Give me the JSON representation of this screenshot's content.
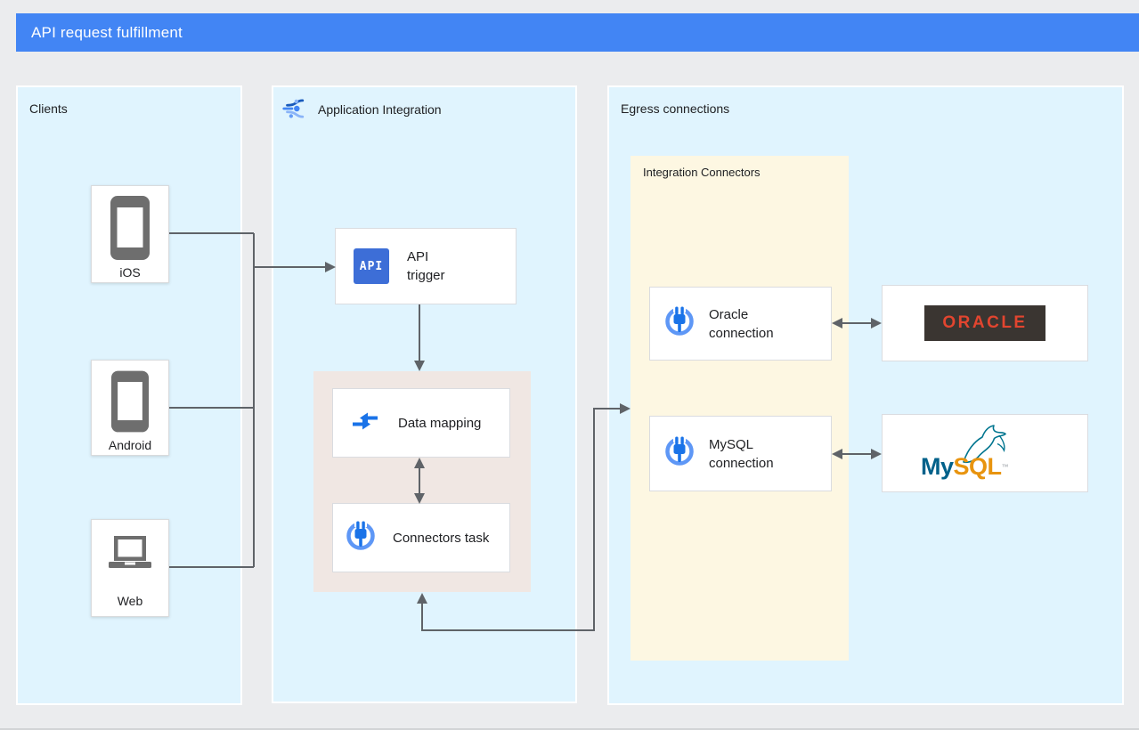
{
  "header": {
    "title": "API request fulfillment"
  },
  "clients": {
    "title": "Clients",
    "items": [
      {
        "label": "iOS",
        "icon": "smartphone-icon"
      },
      {
        "label": "Android",
        "icon": "smartphone-icon"
      },
      {
        "label": "Web",
        "icon": "laptop-icon"
      }
    ]
  },
  "app_integration": {
    "title": "Application Integration",
    "icon": "application-integration-icon",
    "nodes": {
      "api_trigger": {
        "label": "API trigger",
        "icon_text": "API",
        "icon": "api-trigger-icon"
      },
      "data_mapping": {
        "label": "Data mapping",
        "icon": "data-mapping-icon"
      },
      "connectors_task": {
        "label": "Connectors task",
        "icon": "integration-connectors-icon"
      }
    }
  },
  "egress": {
    "title": "Egress connections",
    "integration_connectors": {
      "title": "Integration Connectors",
      "nodes": {
        "oracle_connection": {
          "label": "Oracle connection",
          "icon": "integration-connectors-icon"
        },
        "mysql_connection": {
          "label": "MySQL connection",
          "icon": "integration-connectors-icon"
        }
      }
    },
    "targets": {
      "oracle": {
        "logo_text": "ORACLE"
      },
      "mysql": {
        "logo_my": "My",
        "logo_sql": "SQL",
        "logo_tm": "™",
        "icon": "mysql-dolphin-icon"
      }
    }
  },
  "connections": [
    "iOS → API trigger",
    "Android → API trigger",
    "Web → API trigger",
    "API trigger → Data mapping group",
    "Data mapping ↔ Connectors task",
    "Connectors task ↔ Integration Connectors",
    "Oracle connection ↔ Oracle",
    "MySQL connection ↔ MySQL"
  ],
  "colors": {
    "header_bar": "#4285F4",
    "page_background": "#EBECEE",
    "panel_background": "#E0F4FE",
    "mapping_group_background": "#F0E7E3",
    "connectors_group_background": "#FDF7E2",
    "node_border": "#DADCE0",
    "arrow": "#5F6368",
    "icon_blue": "#1A73E8",
    "icon_light_blue": "#5E97F6",
    "device_gray": "#6E6E6E",
    "api_chip_blue": "#3D6ED7",
    "oracle_red": "#E2452F",
    "oracle_badge_bg": "#3A3531",
    "mysql_blue": "#00618A",
    "mysql_orange": "#E8940F"
  }
}
